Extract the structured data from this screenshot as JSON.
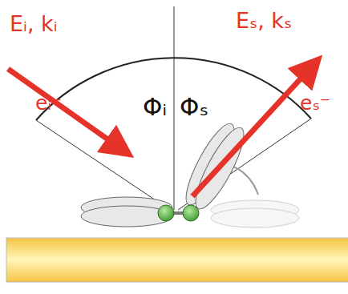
{
  "diagram": {
    "labels": [
      "Eᵢ, kᵢ",
      "eᵢ⁻",
      "Φᵢ",
      "Φₛ",
      "Eₛ, kₛ",
      "eₛ⁻"
    ]
  }
}
